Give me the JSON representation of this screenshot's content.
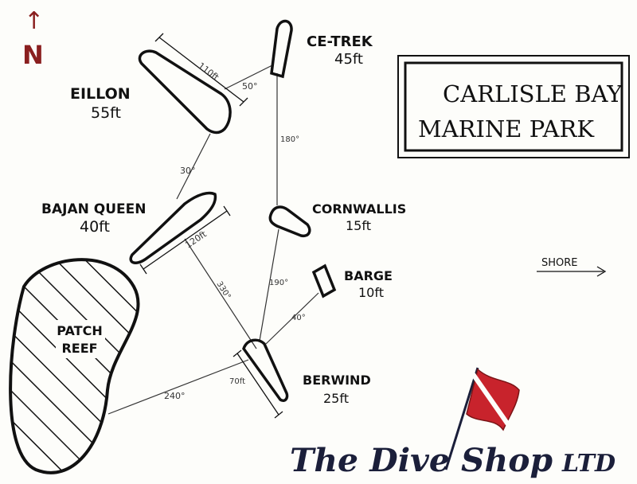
{
  "title": {
    "line1": "CARLISLE BAY",
    "line2": "MARINE PARK"
  },
  "north": {
    "arrow": "↑",
    "letter": "N"
  },
  "shore": {
    "label": "SHORE"
  },
  "patch_reef": {
    "line1": "PATCH",
    "line2": "REEF"
  },
  "wrecks": {
    "ce_trek": {
      "name": "CE-TREK",
      "depth": "45ft"
    },
    "eillon": {
      "name": "EILLON",
      "depth": "55ft"
    },
    "bajan_queen": {
      "name": "BAJAN QUEEN",
      "depth": "40ft"
    },
    "cornwallis": {
      "name": "CORNWALLIS",
      "depth": "15ft"
    },
    "barge": {
      "name": "BARGE",
      "depth": "10ft"
    },
    "berwind": {
      "name": "BERWIND",
      "depth": "25ft"
    }
  },
  "lengths": {
    "eillon": "110ft",
    "bajan_queen": "120ft",
    "berwind": "70ft"
  },
  "bearings": {
    "eillon_ce_trek": "50°",
    "ce_trek_cornwallis": "180°",
    "eillon_bajan_queen": "30°",
    "bajan_queen_berwind": "330°",
    "berwind_cornwallis": "190°",
    "berwind_barge": "40°",
    "berwind_patch_reef": "240°"
  },
  "logo": {
    "main": "The Dive Shop",
    "suffix": "LTD"
  },
  "colors": {
    "ink": "#111111",
    "flag_red": "#c8232c",
    "logo_navy": "#1b1f3a"
  }
}
